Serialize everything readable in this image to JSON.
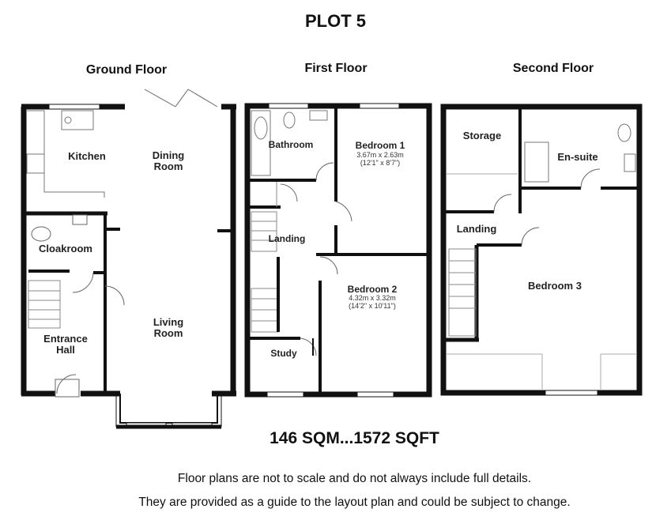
{
  "plan": {
    "title": "PLOT 5",
    "area": "146 SQM...1572 SQFT",
    "disclaimer_line1": "Floor plans are not to scale and do not always include full details.",
    "disclaimer_line2": "They are provided as a guide to the layout plan and could be subject to change."
  },
  "floors": {
    "ground": {
      "label": "Ground Floor",
      "rooms": {
        "kitchen": "Kitchen",
        "dining_1": "Dining",
        "dining_2": "Room",
        "cloakroom": "Cloakroom",
        "living_1": "Living",
        "living_2": "Room",
        "hall_1": "Entrance",
        "hall_2": "Hall"
      }
    },
    "first": {
      "label": "First Floor",
      "rooms": {
        "bathroom": "Bathroom",
        "bedroom1": "Bedroom 1",
        "bedroom1_metric": "3.67m x 2.63m",
        "bedroom1_imperial": "(12'1\" x 8'7\")",
        "landing": "Landing",
        "bedroom2": "Bedroom 2",
        "bedroom2_metric": "4.32m x 3.32m",
        "bedroom2_imperial": "(14'2\" x 10'11\")",
        "study": "Study"
      }
    },
    "second": {
      "label": "Second Floor",
      "rooms": {
        "storage": "Storage",
        "ensuite": "En-suite",
        "landing": "Landing",
        "bedroom3": "Bedroom 3"
      }
    }
  }
}
